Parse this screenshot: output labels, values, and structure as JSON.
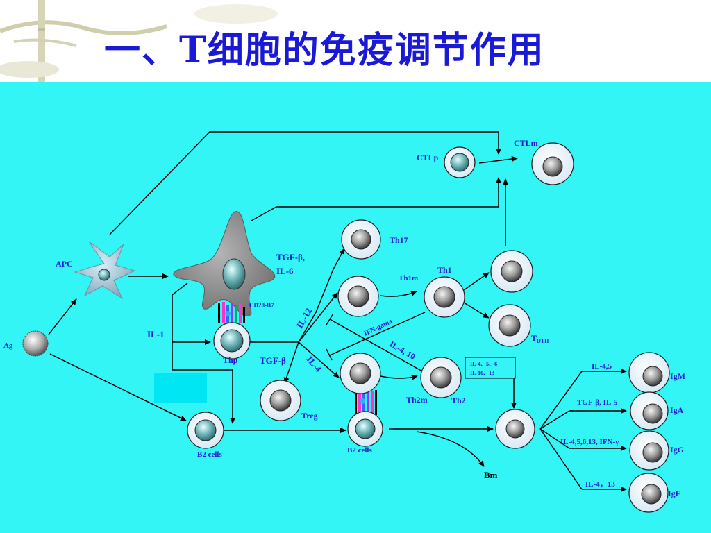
{
  "title": "一、T细胞的免疫调节作用",
  "colors": {
    "background": "#33f5f5",
    "title": "#1a1ad6",
    "label": "#1a1ad6"
  },
  "labels": {
    "ag": "Ag",
    "apc": "APC",
    "il1": "IL-1",
    "thp": "Thp",
    "cd28": "CD28-B7",
    "tgf_il6_a": "TGF-β,",
    "tgf_il6_b": "IL-6",
    "th17": "Th17",
    "il12": "IL-12",
    "th1m": "Th1m",
    "th1": "Th1",
    "tdth_main": "T",
    "tdth_sub": "DTH",
    "ctlp": "CTLp",
    "ctlm": "CTLm",
    "ifn": "IFN-gama",
    "il410": "IL-4, 10",
    "tgfb": "TGF-β",
    "il4": "IL-4",
    "treg": "Treg",
    "b2_left": "B2 cells",
    "b2_mid": "B2 cells",
    "th2m": "Th2m",
    "th2": "Th2",
    "box_line1": "IL-4、5、6",
    "box_line2": "IL-10、13",
    "bm": "Bm",
    "il45": "IL-4,5",
    "tgf_il5": "TGF-β, IL-5",
    "il4_5_6_13": "IL-4,5,6,13, IFN-γ",
    "il4_13": "IL-4，13",
    "igm": "IgM",
    "iga": "IgA",
    "igg": "IgG",
    "ige": "IgE"
  }
}
